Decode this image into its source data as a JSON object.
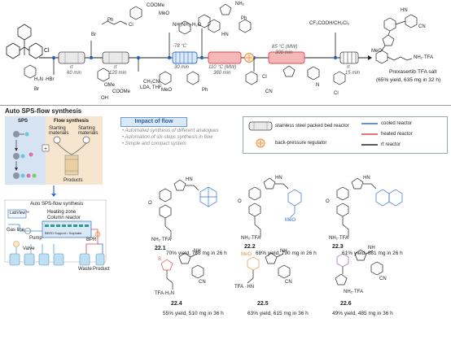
{
  "top_scheme": {
    "conditions": {
      "c1": "rt",
      "c1_time": "60 min",
      "c2": "rt",
      "c2_time": "120 min",
      "c3_reagents1": "CH₃CN,",
      "c3_reagents2": "LDA, THF",
      "c4_temp": "-78 °C",
      "c4_time": "30 min",
      "hydrazine": "NH₂NH₂·H₂O",
      "c5_temp": "110 °C (MW)",
      "c5_time": "360 min",
      "c6_temp": "85 °C (MW)",
      "c6_time": "300 min",
      "acid": "CF₃COOH/CH₂Cl₂",
      "c7": "rt",
      "c7_time": "15 min"
    },
    "reagent_hbr": "H₂N ·HBr",
    "reagent_br": "Br",
    "product_name": "Prexasertib·TFA salt",
    "product_yield": "(65% yield, 635 mg in 32 h)",
    "nh2_tfa": "NH₂·TFA",
    "cn": "CN",
    "meo": "MeO",
    "ome": "OMe",
    "cooMe": "COOMe",
    "oh": "OH",
    "nh2": "NH₂",
    "cl": "Cl",
    "n": "N",
    "hn": "HN",
    "nh": "NH",
    "ph": "Ph",
    "br": "Br"
  },
  "section_title": "Auto SPS-flow synthesis",
  "sps_panel": {
    "sps_label": "SPS",
    "flow_label": "Flow synthesis",
    "start1": "Starting",
    "start1b": "materials",
    "start2": "Starting",
    "start2b": "materials",
    "products": "Products",
    "auto_label": "Auto SPS-flow synthesis",
    "labview": "LabView™",
    "heating_zone": "Heating zone",
    "column_reactor": "Column reactor",
    "column_sub": "BEED Support • Sulphate",
    "gas_line": "Gas line",
    "pump": "Pump",
    "bpr": "BPR",
    "valve": "Valve",
    "waste": "Waste",
    "product": "Product"
  },
  "impact": {
    "title": "Impact of flow",
    "items": [
      "• Automated synthesis of different analogues",
      "• Automation of six-steps synthesis in flow",
      "• Simple and compact system"
    ]
  },
  "legend": {
    "packed_bed": "stainless steel packed bed reactor",
    "bpr": "back-pressure regulator",
    "cooled": "cooled reactor",
    "heated": "heated reactor",
    "rt": "rt reactor",
    "colors": {
      "cooled": "#2f6fd0",
      "heated": "#e0474c",
      "rt": "#222222"
    }
  },
  "compounds": [
    {
      "id": "22.1",
      "yield": "70% yield, 768 mg in 26 h"
    },
    {
      "id": "22.2",
      "yield": "68% yield, 790 mg in 26 h"
    },
    {
      "id": "22.3",
      "yield": "61% yield, 681 mg in 26 h"
    },
    {
      "id": "22.4",
      "yield": "55% yield, 510 mg in 36 h"
    },
    {
      "id": "22.5",
      "yield": "63% yield, 615 mg in 36 h"
    },
    {
      "id": "22.6",
      "yield": "49% yield, 485 mg in 36 h"
    }
  ],
  "compound_text": {
    "nh2tfa": "NH₂·TFA",
    "tfa_nh2": "TFA·H₂N",
    "tfa_h": "TFA · HN",
    "meo": "MeO",
    "o": "O",
    "hn": "HN",
    "nh": "NH",
    "n": "N",
    "cn": "CN",
    "s": "S"
  },
  "colors": {
    "accent_blue": "#2f6fd0",
    "heated_red": "#e0474c",
    "pink_tube": "#f4b8b8",
    "orange_bpr": "#e8903a",
    "sps_bg": "#d6e3f2",
    "flow_bg": "#f6e6cf",
    "modified_blue": "#2f6fd0",
    "modified_red": "#e0474c",
    "modified_orange": "#e8903a",
    "modified_purple": "#9b59b6"
  }
}
